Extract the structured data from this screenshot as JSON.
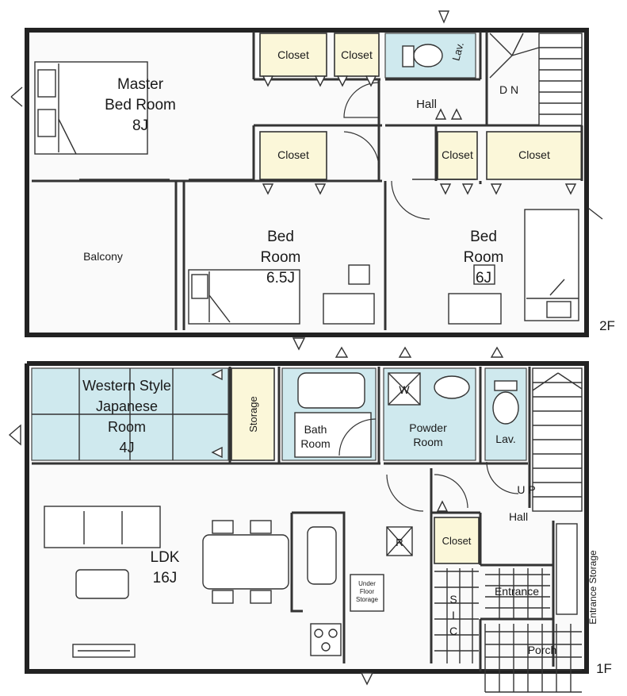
{
  "floors": {
    "second": {
      "label": "2F",
      "rooms": {
        "master": {
          "name": "Master",
          "name2": "Bed Room",
          "size": "8J"
        },
        "closet_1": "Closet",
        "closet_2": "Closet",
        "closet_3": "Closet",
        "closet_4": "Closet",
        "closet_5": "Closet",
        "lav": "Lav.",
        "stair_dn": "D N",
        "hall": "Hall",
        "balcony": "Balcony",
        "bed_a": {
          "name": "Bed",
          "name2": "Room",
          "size": "6.5J"
        },
        "bed_b": {
          "name": "Bed",
          "name2": "Room",
          "size": "6J"
        }
      }
    },
    "first": {
      "label": "1F",
      "rooms": {
        "western": {
          "l1": "Western Style",
          "l2": "Japanese",
          "l3": "Room",
          "size": "4J"
        },
        "storage": "Storage",
        "bath": {
          "l1": "Bath",
          "l2": "Room"
        },
        "washer": "W",
        "powder": {
          "l1": "Powder",
          "l2": "Room"
        },
        "lav": "Lav.",
        "stair_up": "U P",
        "hall": "Hall",
        "ldk": {
          "name": "LDK",
          "size": "16J"
        },
        "fridge": "R",
        "closet": "Closet",
        "underfloor": {
          "l1": "Under",
          "l2": "Floor",
          "l3": "Storage"
        },
        "entrance": "Entrance",
        "entrance_storage": "Entrance Storage",
        "sic": {
          "s": "S",
          "i": "I",
          "c": "C"
        },
        "porch": "Porch"
      }
    }
  },
  "colors": {
    "closet": "#fbf7d9",
    "wet_area": "#cfe9ee",
    "walls": "#222222"
  }
}
